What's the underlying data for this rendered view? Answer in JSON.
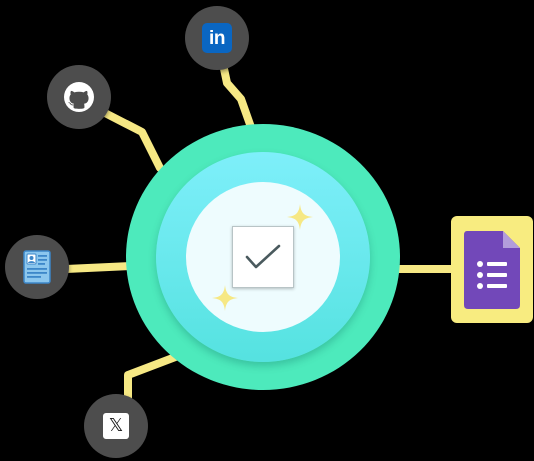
{
  "diagram": {
    "center": {
      "icon": "checkbox-checked-icon",
      "checked": true,
      "decorations": [
        "sparkle-icon",
        "sparkle-icon"
      ]
    },
    "nodes": [
      {
        "id": "linkedin",
        "icon": "linkedin-icon",
        "text": "in"
      },
      {
        "id": "github",
        "icon": "github-icon"
      },
      {
        "id": "resume",
        "icon": "resume-document-icon"
      },
      {
        "id": "x",
        "icon": "x-logo-icon",
        "text": "𝕏"
      },
      {
        "id": "forms",
        "icon": "google-forms-icon"
      }
    ]
  },
  "colors": {
    "background": "#000000",
    "connector": "#f6e884",
    "node_fill": "#4d4d4d",
    "ring_outer": "#4deabc",
    "ring_middle": "#7eeffa",
    "ring_inner": "#eefcfe",
    "sparkle": "#f6e884",
    "forms_badge": "#f8ec80",
    "forms_purple": "#7248b9",
    "linkedin_blue": "#0a66c2"
  }
}
